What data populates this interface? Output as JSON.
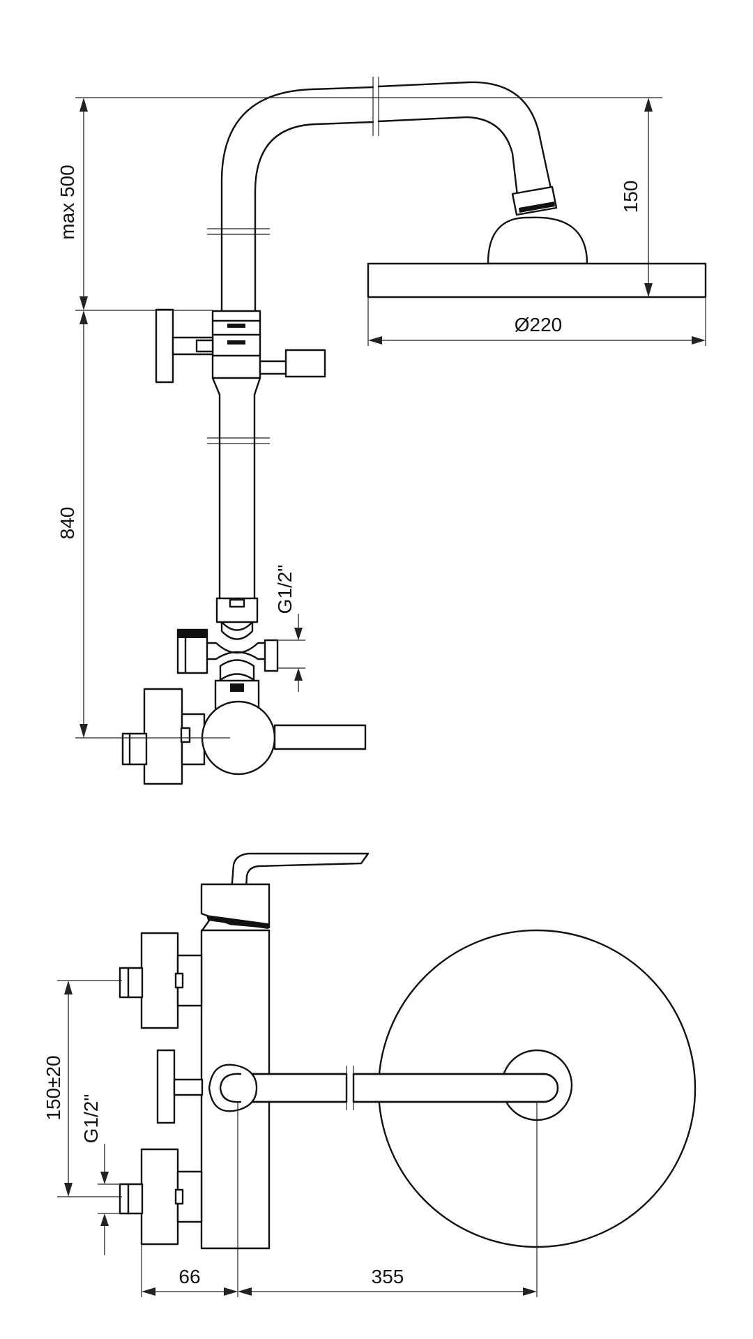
{
  "dimensions": {
    "max_height": "max 500",
    "head_height": "150",
    "head_diameter": "Ø220",
    "column_height": "840",
    "thread_top": "G1/2\"",
    "spacing": "150±20",
    "thread_bottom": "G1/2\"",
    "wall_offset": "66",
    "arm_length": "355"
  }
}
